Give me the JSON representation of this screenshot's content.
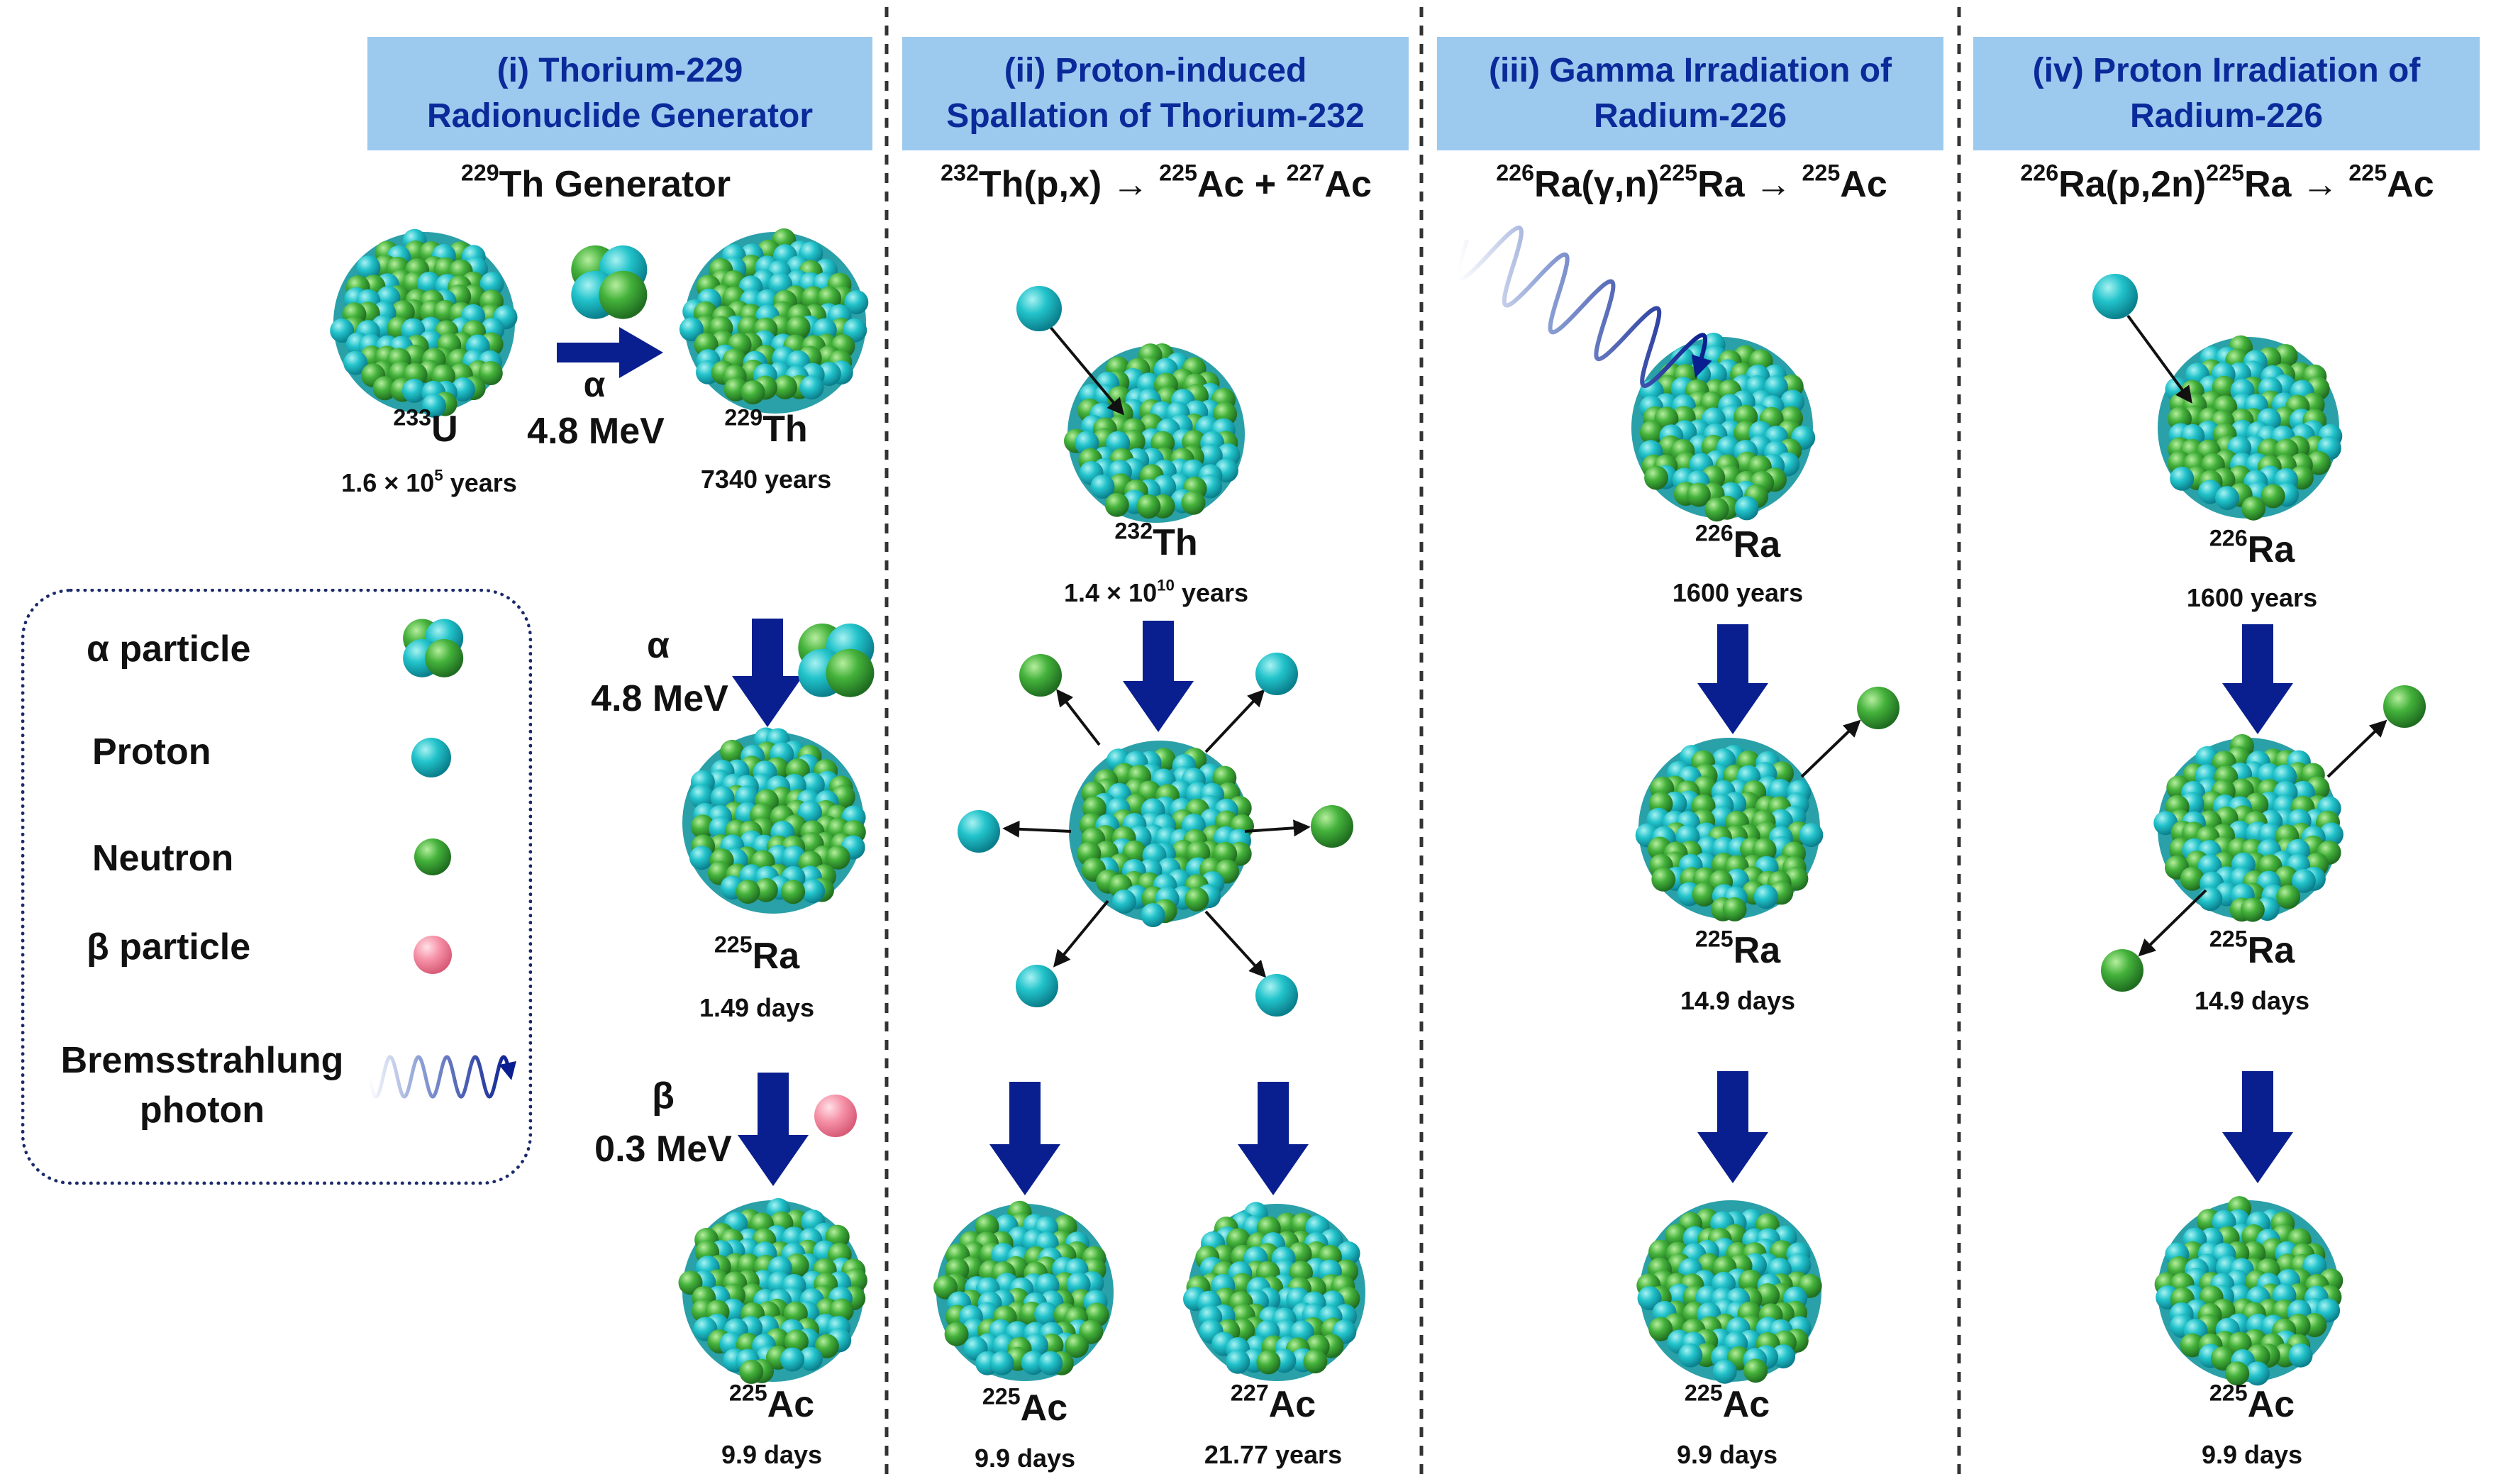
{
  "panels": [
    {
      "title_line1": "(i) Thorium-229",
      "title_line2": "Radionuclide Generator"
    },
    {
      "title_line1": "(ii) Proton-induced",
      "title_line2": "Spallation of Thorium-232"
    },
    {
      "title_line1": "(iii) Gamma Irradiation of",
      "title_line2": "Radium-226"
    },
    {
      "title_line1": "(iv) Proton Irradiation of",
      "title_line2": "Radium-226"
    }
  ],
  "equations": {
    "p1": {
      "mass": "229",
      "text": "Th Generator"
    },
    "p2": {
      "m1": "232",
      "t1": "Th(p,x) → ",
      "m2": "225",
      "t2": "Ac + ",
      "m3": "227",
      "t3": "Ac"
    },
    "p3": {
      "m1": "226",
      "t1": "Ra(γ,n)",
      "m2": "225",
      "t2": "Ra → ",
      "m3": "225",
      "t3": "Ac"
    },
    "p4": {
      "m1": "226",
      "t1": "Ra(p,2n)",
      "m2": "225",
      "t2": "Ra → ",
      "m3": "225",
      "t3": "Ac"
    }
  },
  "nuclides": {
    "u233": {
      "mass": "233",
      "symbol": "U",
      "half_life_pre": "1.6 × 10",
      "half_life_exp": "5",
      "half_life_post": " years"
    },
    "th229": {
      "mass": "229",
      "symbol": "Th",
      "half_life": "7340 years"
    },
    "ra225_p1": {
      "mass": "225",
      "symbol": "Ra",
      "half_life": "1.49 days"
    },
    "ac225_p1": {
      "mass": "225",
      "symbol": "Ac",
      "half_life": "9.9 days"
    },
    "th232": {
      "mass": "232",
      "symbol": "Th",
      "half_life_pre": "1.4 × 10",
      "half_life_exp": "10",
      "half_life_post": " years"
    },
    "ac225_p2": {
      "mass": "225",
      "symbol": "Ac",
      "half_life": "9.9 days"
    },
    "ac227_p2": {
      "mass": "227",
      "symbol": "Ac",
      "half_life": "21.77 years"
    },
    "ra226_p3": {
      "mass": "226",
      "symbol": "Ra",
      "half_life": "1600 years"
    },
    "ra225_p3": {
      "mass": "225",
      "symbol": "Ra",
      "half_life": "14.9 days"
    },
    "ac225_p3": {
      "mass": "225",
      "symbol": "Ac",
      "half_life": "9.9 days"
    },
    "ra226_p4": {
      "mass": "226",
      "symbol": "Ra",
      "half_life": "1600 years"
    },
    "ra225_p4": {
      "mass": "225",
      "symbol": "Ra",
      "half_life": "14.9 days"
    },
    "ac225_p4": {
      "mass": "225",
      "symbol": "Ac",
      "half_life": "9.9 days"
    }
  },
  "decays": {
    "alpha1": {
      "particle": "α",
      "energy": "4.8 MeV"
    },
    "alpha2": {
      "particle": "α",
      "energy": "4.8 MeV"
    },
    "beta": {
      "particle": "β",
      "energy": "0.3 MeV"
    }
  },
  "legend": {
    "alpha": "α particle",
    "proton": "Proton",
    "neutron": "Neutron",
    "beta": "β particle",
    "brems_line1": "Bremsstrahlung",
    "brems_line2": "photon"
  },
  "colors": {
    "header_bg": "#9cc9ee",
    "header_text": "#0b2a9a",
    "arrow": "#0a1f8f",
    "proton": "#1fc1c9",
    "neutron": "#3dae3a",
    "beta": "#f48aa0"
  }
}
